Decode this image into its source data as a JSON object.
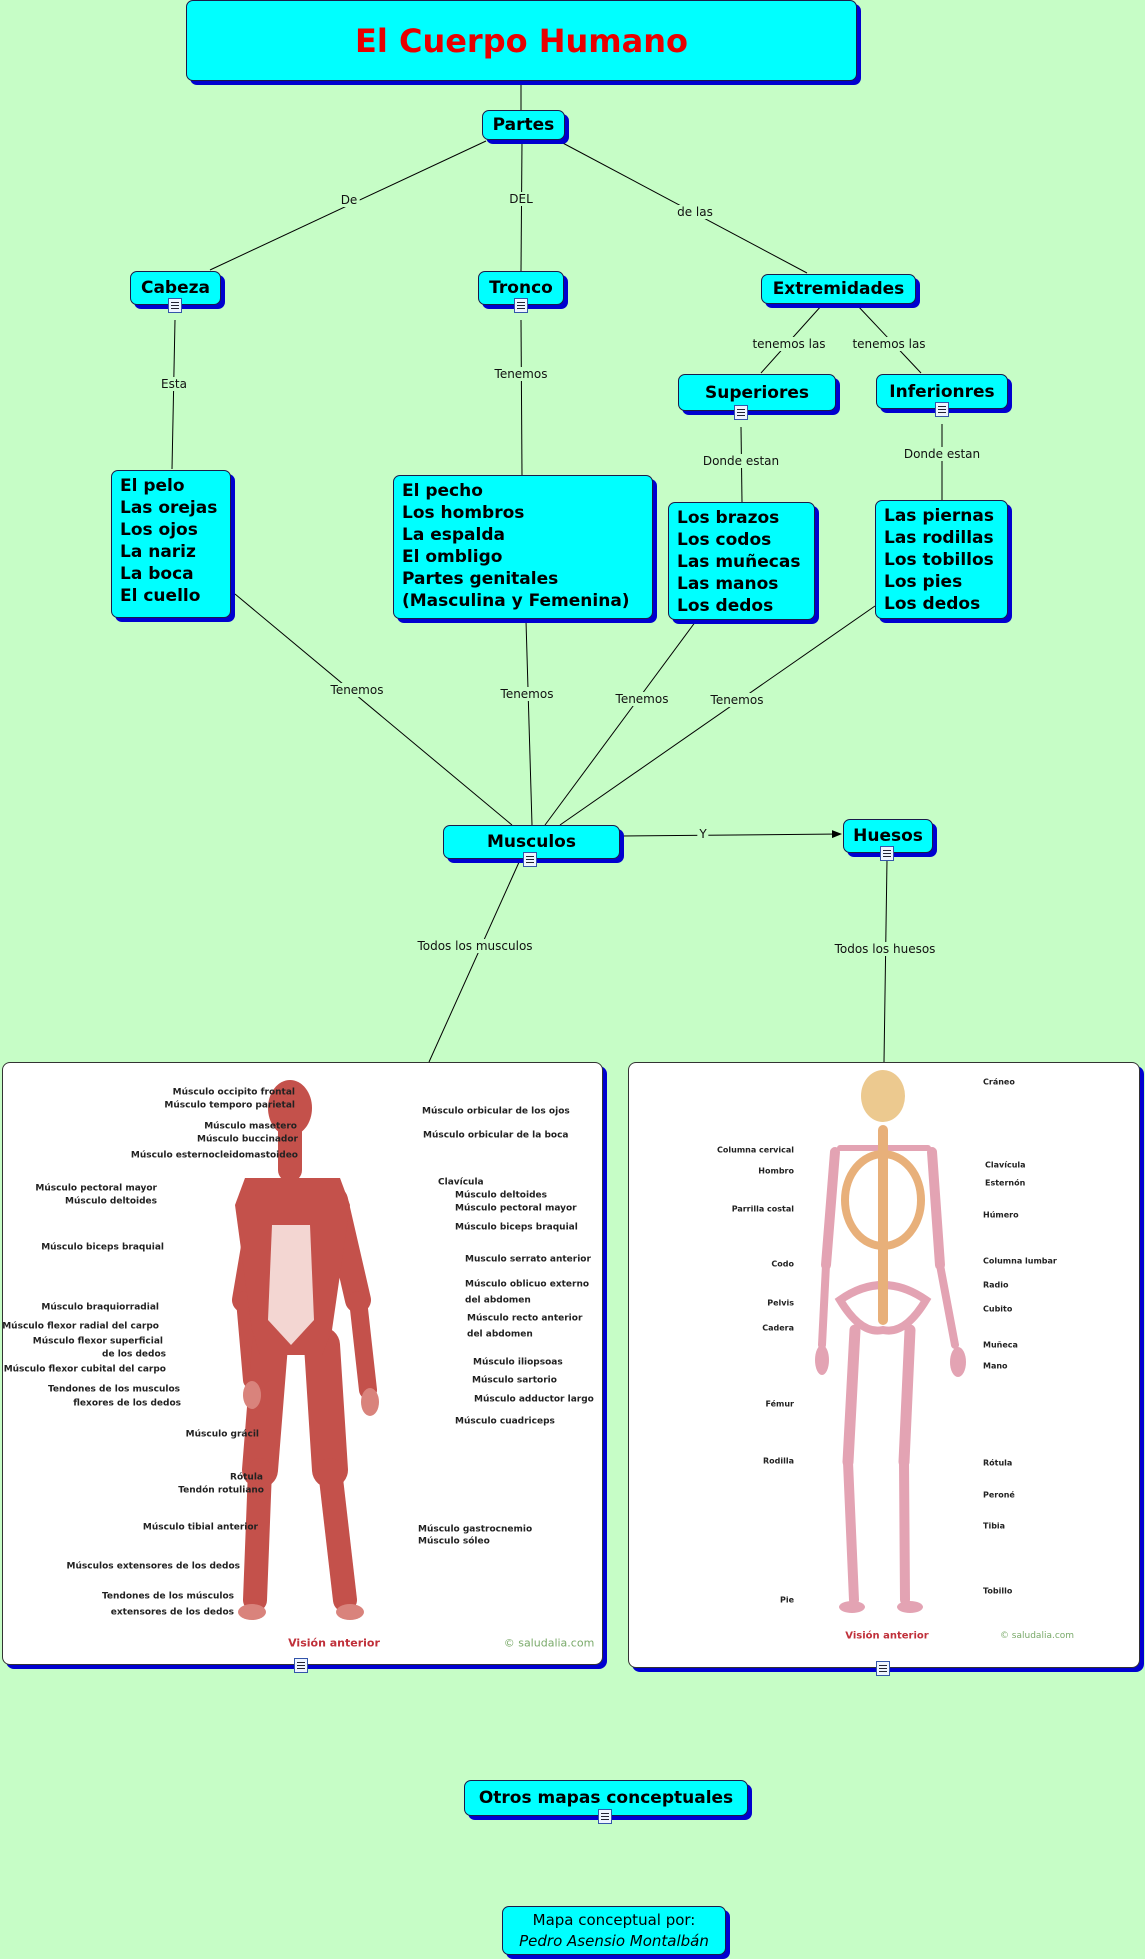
{
  "title": "El Cuerpo Humano",
  "nodes": {
    "partes": "Partes",
    "cabeza": "Cabeza",
    "tronco": "Tronco",
    "extremidades": "Extremidades",
    "superiores": "Superiores",
    "inferiores": "Inferionres",
    "musculos": "Musculos",
    "huesos": "Huesos",
    "otros": "Otros mapas conceptuales"
  },
  "lists": {
    "cabeza": [
      "El pelo",
      "Las orejas",
      "Los ojos",
      "La nariz",
      "La boca",
      "El cuello"
    ],
    "tronco": [
      "El pecho",
      "Los hombros",
      "La espalda",
      "El ombligo",
      "Partes genitales",
      "(Masculina y Femenina)"
    ],
    "superiores": [
      "Los brazos",
      "Los codos",
      "Las muñecas",
      "Las manos",
      "Los dedos"
    ],
    "inferiores": [
      "Las piernas",
      "Las rodillas",
      "Los tobillos",
      "Los pies",
      "Los dedos"
    ]
  },
  "links": {
    "de": "De",
    "del": "DEL",
    "de_las": "de las",
    "tenemos_las_1": "tenemos las",
    "tenemos_las_2": "tenemos las",
    "esta": "Esta",
    "tenemos_tronco": "Tenemos",
    "donde_estan_1": "Donde estan",
    "donde_estan_2": "Donde estan",
    "tenemos_1": "Tenemos",
    "tenemos_2": "Tenemos",
    "tenemos_3": "Tenemos",
    "tenemos_4": "Tenemos",
    "y": "Y",
    "todos_musculos": "Todos los musculos",
    "todos_huesos": "Todos los huesos"
  },
  "muscle_image": {
    "labels": [
      "Músculo occipito frontal",
      "Músculo temporo parietal",
      "Músculo masetero",
      "Músculo buccinador",
      "Músculo esternocleidomastoideo",
      "Músculo pectoral mayor",
      "Músculo deltoides",
      "Músculo biceps braquial",
      "Músculo braquiorradial",
      "Músculo flexor radial del carpo",
      "Músculo flexor superficial",
      "de los dedos",
      "Músculo flexor cubital del carpo",
      "Tendones de los musculos",
      "flexores de los dedos",
      "Músculo grácil",
      "Rótula",
      "Tendón rotuliano",
      "Músculo tibial anterior",
      "Músculos extensores de los dedos",
      "Tendones de los músculos",
      "extensores de los dedos",
      "Músculo orbicular de los ojos",
      "Músculo orbicular de la boca",
      "Clavícula",
      "Músculo deltoides",
      "Músculo pectoral mayor",
      "Músculo biceps braquial",
      "Musculo serrato anterior",
      "Músculo oblicuo externo",
      "del abdomen",
      "Músculo recto anterior",
      "del abdomen",
      "Músculo iliopsoas",
      "Músculo sartorio",
      "Músculo adductor largo",
      "Músculo cuadriceps",
      "Músculo gastrocnemio",
      "Músculo sóleo"
    ],
    "caption": "Visión anterior",
    "credit": "© saludalia.com"
  },
  "skeleton_image": {
    "labels": [
      "Columna cervical",
      "Hombro",
      "Parrilla costal",
      "Codo",
      "Pelvis",
      "Cadera",
      "Fémur",
      "Rodilla",
      "Pie",
      "Cráneo",
      "Clavícula",
      "Esternón",
      "Húmero",
      "Columna lumbar",
      "Radio",
      "Cubito",
      "Muñeca",
      "Mano",
      "Rótula",
      "Peroné",
      "Tibia",
      "Tobillo"
    ],
    "caption": "Visión anterior",
    "credit": "© saludalia.com"
  },
  "author": {
    "line1": "Mapa conceptual por:",
    "line2": "Pedro Asensio Montalbán"
  },
  "colors": {
    "node": "#00ffff",
    "shadow": "#0000d0",
    "title": "#e80000",
    "background": "#c6fdc6"
  }
}
